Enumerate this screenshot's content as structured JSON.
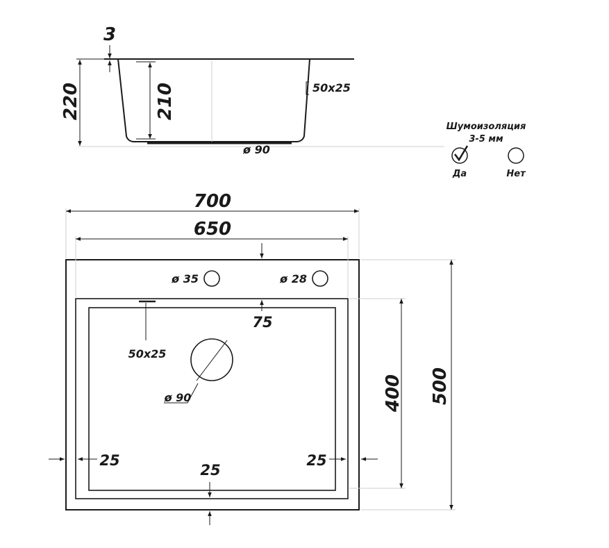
{
  "side_view": {
    "rim_thickness": "3",
    "total_height": "220",
    "bowl_depth": "210",
    "overflow": "50x25",
    "drain": "ø 90"
  },
  "top_view": {
    "outer_width": "700",
    "inner_width": "650",
    "faucet_hole_left": "ø 35",
    "faucet_hole_right": "ø 28",
    "top_margin": "75",
    "overflow": "50x25",
    "drain": "ø 90",
    "left_margin": "25",
    "right_margin": "25",
    "bottom_margin": "25",
    "bowl_height": "400",
    "outer_height": "500"
  },
  "noise_insulation": {
    "title_line1": "Шумоизоляция",
    "title_line2": "3-5 мм",
    "option_yes": "Да",
    "option_no": "Нет",
    "selected": "yes"
  }
}
